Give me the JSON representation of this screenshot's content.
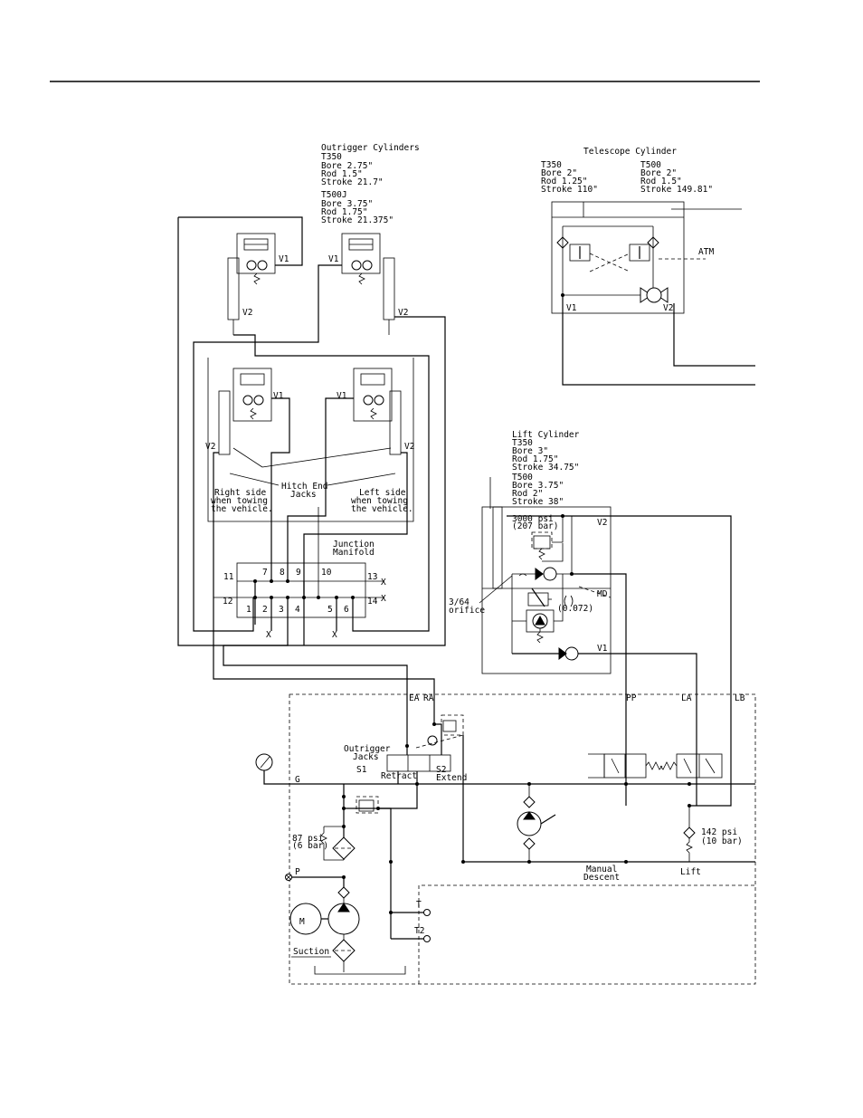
{
  "outrigger": {
    "title": "Outrigger Cylinders",
    "t350": [
      "T350",
      "Bore 2.75\"",
      "Rod 1.5\"",
      "Stroke 21.7\""
    ],
    "t500j": [
      "T500J",
      "Bore 3.75\"",
      "Rod 1.75\"",
      "Stroke 21.375\""
    ]
  },
  "telescope": {
    "title": "Telescope Cylinder",
    "t350": [
      "T350",
      "Bore 2\"",
      "Rod 1.25\"",
      "Stroke 110\""
    ],
    "t500": [
      "T500",
      "Bore 2\"",
      "Rod 1.5\"",
      "Stroke 149.81\""
    ],
    "atm": "ATM"
  },
  "lift": {
    "title": "Lift Cylinder",
    "t350": [
      "T350",
      "Bore 3\"",
      "Rod 1.75\"",
      "Stroke 34.75\""
    ],
    "t500": [
      "T500",
      "Bore 3.75\"",
      "Rod 2\"",
      "Stroke 38\""
    ],
    "relief_psi": "3000 psi",
    "relief_bar": "(207 bar)",
    "orifice_size": "3/64",
    "orifice_word": "orifice",
    "orifice_dia": "(0.072)",
    "md": "MD"
  },
  "hitch": {
    "label": [
      "Hitch End",
      "Jacks"
    ],
    "right": [
      "Right side",
      "when towing",
      "the vehicle."
    ],
    "left": [
      "Left side",
      "when towing",
      "the vehicle."
    ]
  },
  "manifold": {
    "label": [
      "Junction",
      "Manifold"
    ],
    "top_ports": [
      "11",
      "7",
      "8",
      "9",
      "10",
      "13"
    ],
    "bottom_ports": [
      "12",
      "1",
      "2",
      "3",
      "4",
      "5",
      "6",
      "14"
    ]
  },
  "ports": {
    "v1": "V1",
    "v2": "V2",
    "ea": "EA",
    "ra": "RA",
    "pp": "PP",
    "la": "LA",
    "lb": "LB",
    "g": "G",
    "p": "P",
    "t": "T",
    "t2": "T2"
  },
  "power_unit": {
    "outrigger_jacks": [
      "Outrigger",
      "Jacks"
    ],
    "s1": "S1",
    "retract": "Retract",
    "s2": "S2",
    "extend": "Extend",
    "relief87": [
      "87 psi",
      "(6 bar)"
    ],
    "check142": [
      "142 psi",
      "(10 bar)"
    ],
    "manual_descent": [
      "Manual",
      "Descent"
    ],
    "lift": "Lift",
    "suction": "Suction",
    "motor": "M",
    "x_mark": "X"
  }
}
